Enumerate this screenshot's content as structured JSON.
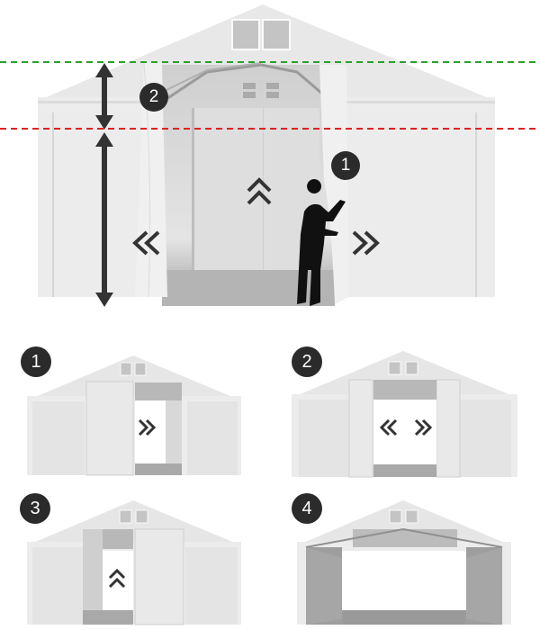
{
  "main_figure": {
    "description": "Tent front view with curtain-style door and height markers",
    "badges": [
      {
        "label": "2",
        "meaning": "upper gable section"
      },
      {
        "label": "1",
        "meaning": "curtain door"
      }
    ],
    "lines": {
      "green_line_color": "#2aa02a",
      "red_line_color": "#e02020"
    },
    "arrows": {
      "up": "double-chevron-up",
      "left": "double-chevron-left",
      "right": "double-chevron-right"
    }
  },
  "variants": [
    {
      "label": "1",
      "door": "single sliding door to right",
      "arrow": "double-chevron-right"
    },
    {
      "label": "2",
      "door": "double doors opening sideways",
      "arrow": "double-chevron-left-right"
    },
    {
      "label": "3",
      "door": "roll-up door",
      "arrow": "double-chevron-up"
    },
    {
      "label": "4",
      "door": "fully open front",
      "arrow": ""
    }
  ],
  "colors": {
    "badge": "#2b2b2b",
    "tent": "#e8e8e8",
    "chevron": "#2f2f2f"
  }
}
